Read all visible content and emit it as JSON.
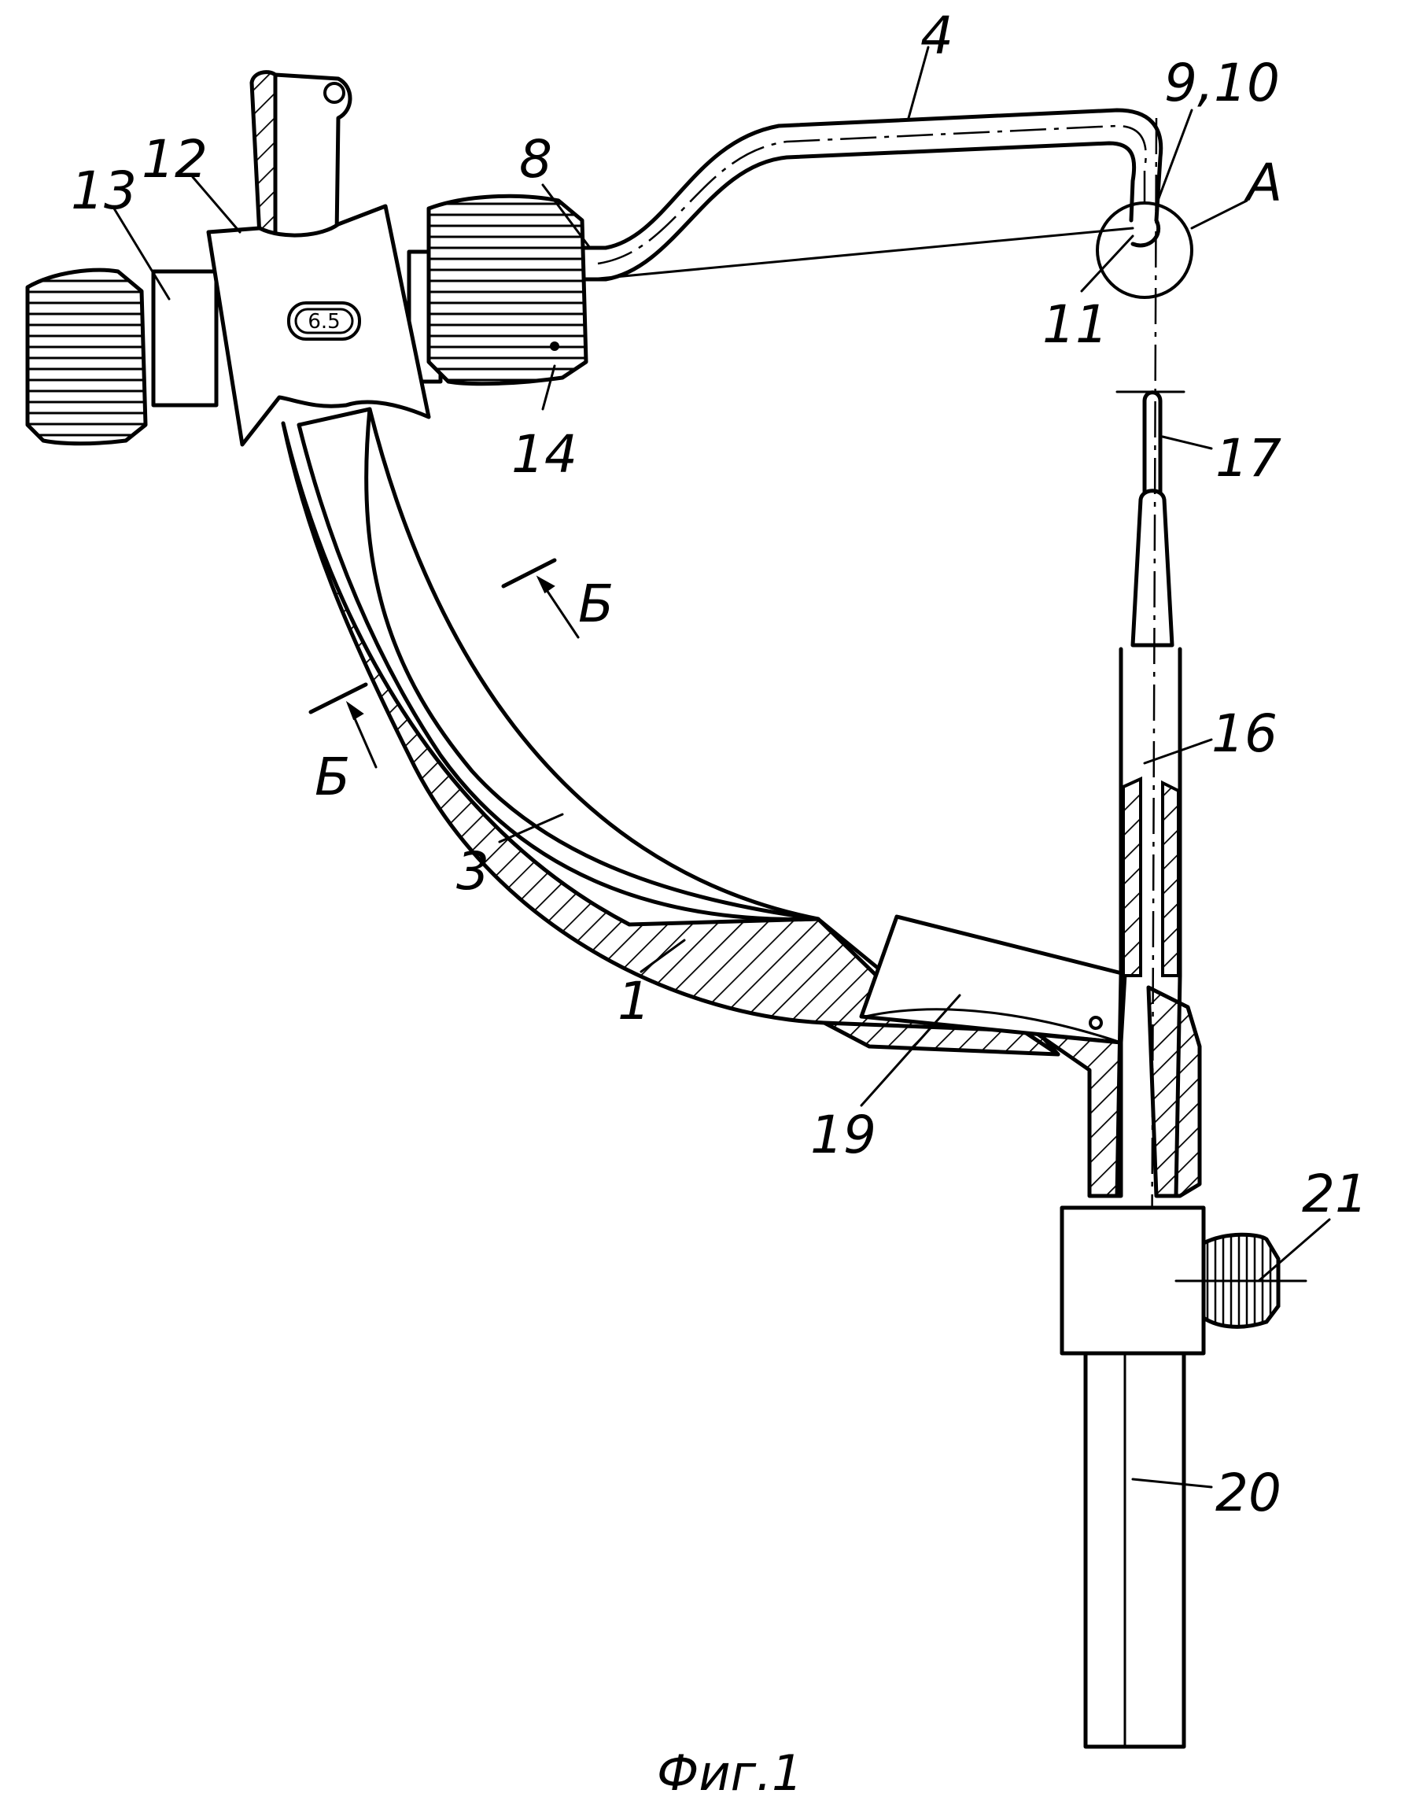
{
  "figure": {
    "caption": "Фиг.1",
    "labels": {
      "l1": "1",
      "l3": "3",
      "l4": "4",
      "l8": "8",
      "l9_10": "9,10",
      "l11": "11",
      "l12": "12",
      "l13": "13",
      "l14": "14",
      "l16": "16",
      "l17": "17",
      "l19": "19",
      "l20": "20",
      "l21": "21",
      "lA": "А",
      "lB1": "Б",
      "lB2": "Б"
    },
    "block_marking": "6.5"
  }
}
